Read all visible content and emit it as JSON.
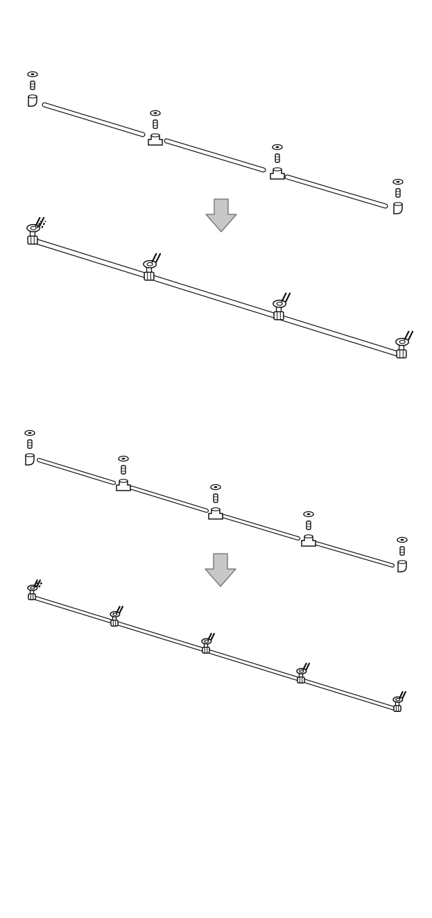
{
  "colors": {
    "line": "#111111",
    "fill": "#ffffff",
    "arrow_fill": "#c8c8c8",
    "arrow_stroke": "#7a7a7a"
  },
  "illustrations": [
    {
      "name": "exploded-assembly-3-pipes",
      "pipe_count": 3,
      "view": "exploded"
    },
    {
      "name": "assembled-rail-3-pipes",
      "pipe_count": 3,
      "view": "assembled"
    },
    {
      "name": "exploded-assembly-4-pipes",
      "pipe_count": 4,
      "view": "exploded"
    },
    {
      "name": "assembled-rail-4-pipes",
      "pipe_count": 4,
      "view": "assembled"
    }
  ],
  "arrows": [
    {
      "name": "down-arrow-1",
      "direction": "down"
    },
    {
      "name": "down-arrow-2",
      "direction": "down"
    }
  ]
}
